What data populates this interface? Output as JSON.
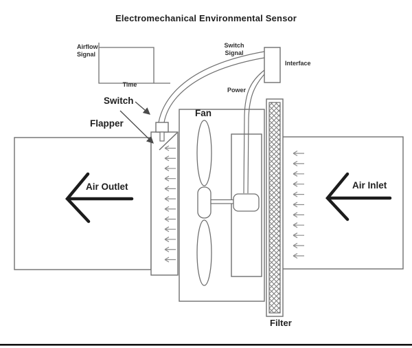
{
  "title": "Electromechanical Environmental Sensor",
  "inset_chart": {
    "type": "line",
    "ylabel_lines": [
      "Airflow",
      "Signal"
    ],
    "xlabel": "Time",
    "description": "Square pulse: airflow signal is high from start, then drops to baseline before end of time axis",
    "series": [
      {
        "name": "airflow-signal",
        "x": [
          0,
          0.77,
          0.77,
          1.0
        ],
        "y": [
          1,
          1,
          0,
          0
        ]
      }
    ]
  },
  "labels": {
    "switch_signal_lines": [
      "Switch",
      "Signal"
    ],
    "interface": "Interface",
    "power": "Power",
    "switch": "Switch",
    "flapper": "Flapper",
    "fan": "Fan",
    "air_outlet": "Air Outlet",
    "air_inlet": "Air Inlet",
    "filter": "Filter"
  },
  "icons": {
    "flow_arrow": "small-left-arrow",
    "air_outlet_arrow": "large-left-arrow",
    "air_inlet_arrow": "large-left-arrow",
    "switch_pointer": "annotation-arrow",
    "flapper_pointer": "annotation-arrow"
  },
  "flow_arrows": {
    "channel_count": 12,
    "inlet_count": 11
  },
  "colors": {
    "background": "#ffffff",
    "line": "#6f6f6f",
    "flow_arrow": "#8c8c8c",
    "big_arrow": "#1c1c1c",
    "pointer": "#4a4a4a",
    "text": "#1f1f1f",
    "bottom_rule": "#111111"
  }
}
